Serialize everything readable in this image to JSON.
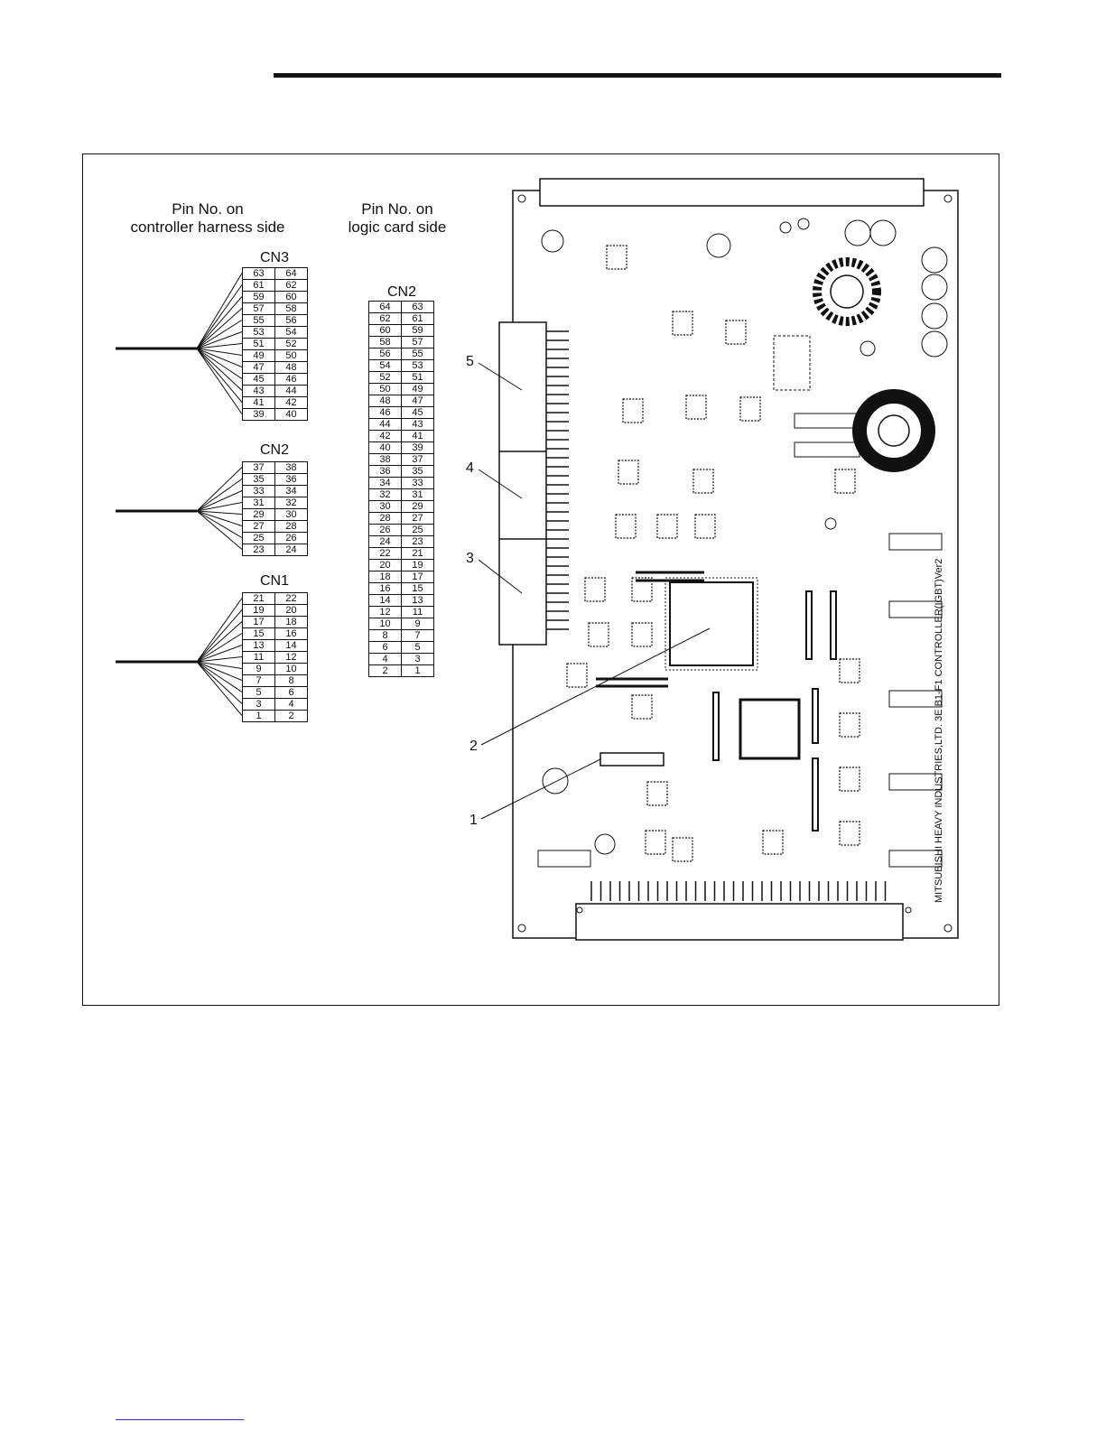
{
  "headings": {
    "harness_side": [
      "Pin No. on",
      "controller harness side"
    ],
    "logic_side": [
      "Pin No. on",
      "logic card side"
    ]
  },
  "connectors": {
    "cn3": {
      "label": "CN3",
      "rows": [
        [
          "63",
          "64"
        ],
        [
          "61",
          "62"
        ],
        [
          "59",
          "60"
        ],
        [
          "57",
          "58"
        ],
        [
          "55",
          "56"
        ],
        [
          "53",
          "54"
        ],
        [
          "51",
          "52"
        ],
        [
          "49",
          "50"
        ],
        [
          "47",
          "48"
        ],
        [
          "45",
          "46"
        ],
        [
          "43",
          "44"
        ],
        [
          "41",
          "42"
        ],
        [
          "39",
          "40"
        ]
      ]
    },
    "cn2_harness": {
      "label": "CN2",
      "rows": [
        [
          "37",
          "38"
        ],
        [
          "35",
          "36"
        ],
        [
          "33",
          "34"
        ],
        [
          "31",
          "32"
        ],
        [
          "29",
          "30"
        ],
        [
          "27",
          "28"
        ],
        [
          "25",
          "26"
        ],
        [
          "23",
          "24"
        ]
      ]
    },
    "cn1": {
      "label": "CN1",
      "rows": [
        [
          "21",
          "22"
        ],
        [
          "19",
          "20"
        ],
        [
          "17",
          "18"
        ],
        [
          "15",
          "16"
        ],
        [
          "13",
          "14"
        ],
        [
          "11",
          "12"
        ],
        [
          "9",
          "10"
        ],
        [
          "7",
          "8"
        ],
        [
          "5",
          "6"
        ],
        [
          "3",
          "4"
        ],
        [
          "1",
          "2"
        ]
      ]
    },
    "cn2_logic": {
      "label": "CN2",
      "rows": [
        [
          "64",
          "63"
        ],
        [
          "62",
          "61"
        ],
        [
          "60",
          "59"
        ],
        [
          "58",
          "57"
        ],
        [
          "56",
          "55"
        ],
        [
          "54",
          "53"
        ],
        [
          "52",
          "51"
        ],
        [
          "50",
          "49"
        ],
        [
          "48",
          "47"
        ],
        [
          "46",
          "45"
        ],
        [
          "44",
          "43"
        ],
        [
          "42",
          "41"
        ],
        [
          "40",
          "39"
        ],
        [
          "38",
          "37"
        ],
        [
          "36",
          "35"
        ],
        [
          "34",
          "33"
        ],
        [
          "32",
          "31"
        ],
        [
          "30",
          "29"
        ],
        [
          "28",
          "27"
        ],
        [
          "26",
          "25"
        ],
        [
          "24",
          "23"
        ],
        [
          "22",
          "21"
        ],
        [
          "20",
          "19"
        ],
        [
          "18",
          "17"
        ],
        [
          "16",
          "15"
        ],
        [
          "14",
          "13"
        ],
        [
          "12",
          "11"
        ],
        [
          "10",
          "9"
        ],
        [
          "8",
          "7"
        ],
        [
          "6",
          "5"
        ],
        [
          "4",
          "3"
        ],
        [
          "2",
          "1"
        ]
      ]
    }
  },
  "callouts": [
    "5",
    "4",
    "3",
    "2",
    "1"
  ],
  "board_imprint": "MITSUBISHI HEAVY INDUSTRIES,LTD. 3E B1-F1 CONTROLLER(IGBT)Ver2"
}
